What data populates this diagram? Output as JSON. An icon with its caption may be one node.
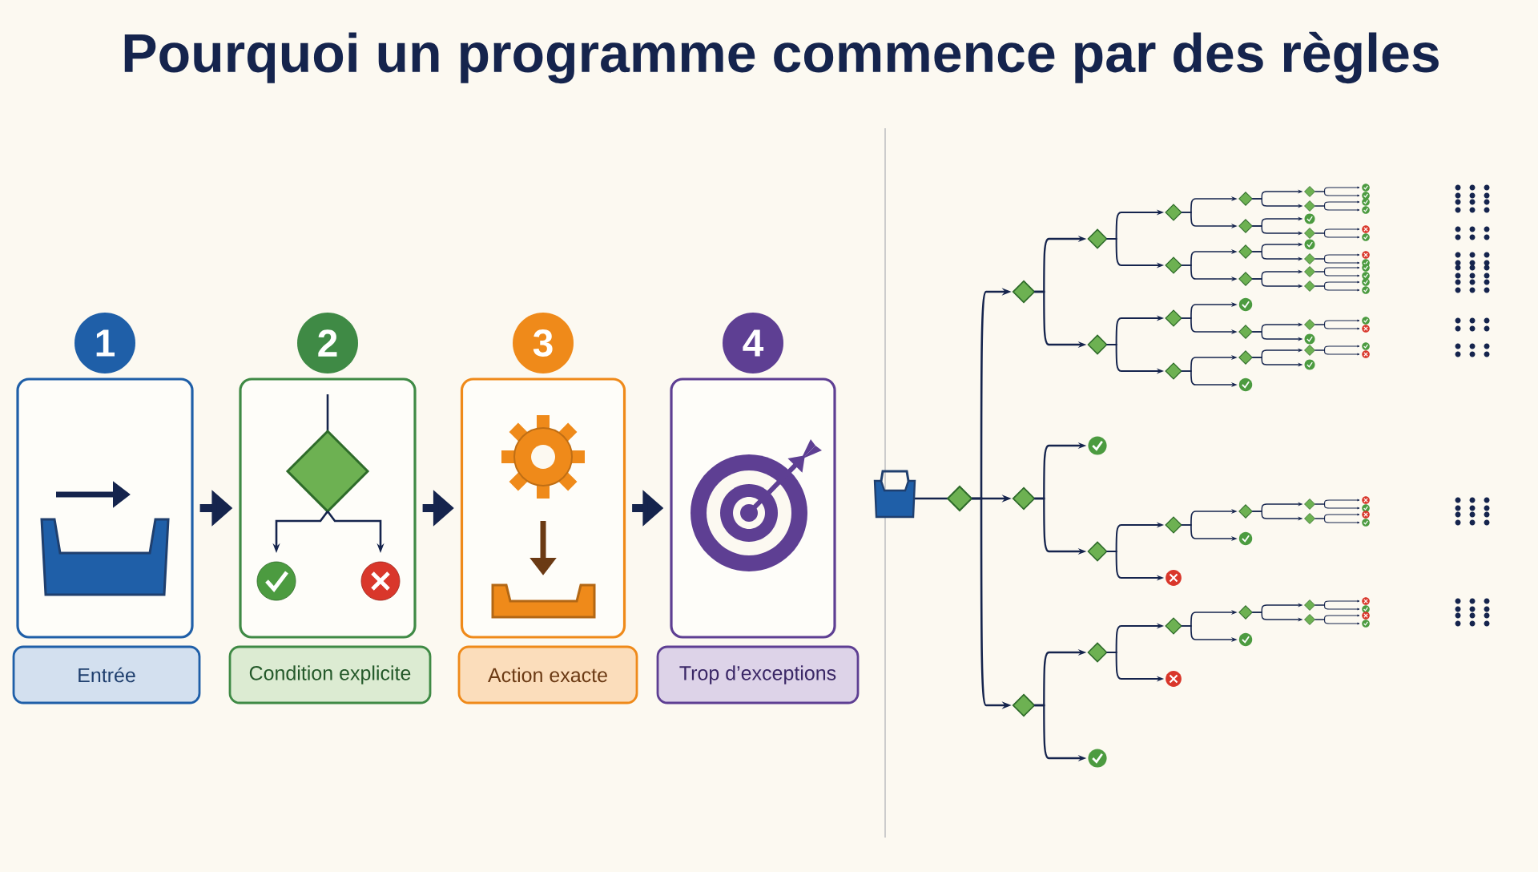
{
  "diagram": {
    "title": "Pourquoi un programme commence par des règles",
    "nodes": [
      {
        "text": [],
        "shape": "box"
      },
      {
        "text": [],
        "shape": "box"
      },
      {
        "text": [],
        "shape": "box"
      },
      {
        "text": [],
        "shape": "box"
      },
      {
        "text": [
          "1"
        ]
      },
      {
        "text": [
          "2"
        ]
      },
      {
        "text": [
          "3"
        ]
      },
      {
        "text": [
          "4"
        ]
      },
      {
        "text": [
          "Entrée"
        ]
      },
      {
        "text": [
          "Condition explicite"
        ]
      },
      {
        "text": [
          "Action exacte"
        ]
      },
      {
        "text": [
          "Trop d’exceptions"
        ]
      }
    ],
    "edges": [
      {
        "from": 0,
        "to": 1,
        "arrow": "to"
      },
      {
        "from": 1,
        "to": 2,
        "arrow": "to"
      },
      {
        "from": 2,
        "to": 3,
        "arrow": "to"
      }
    ]
  }
}
